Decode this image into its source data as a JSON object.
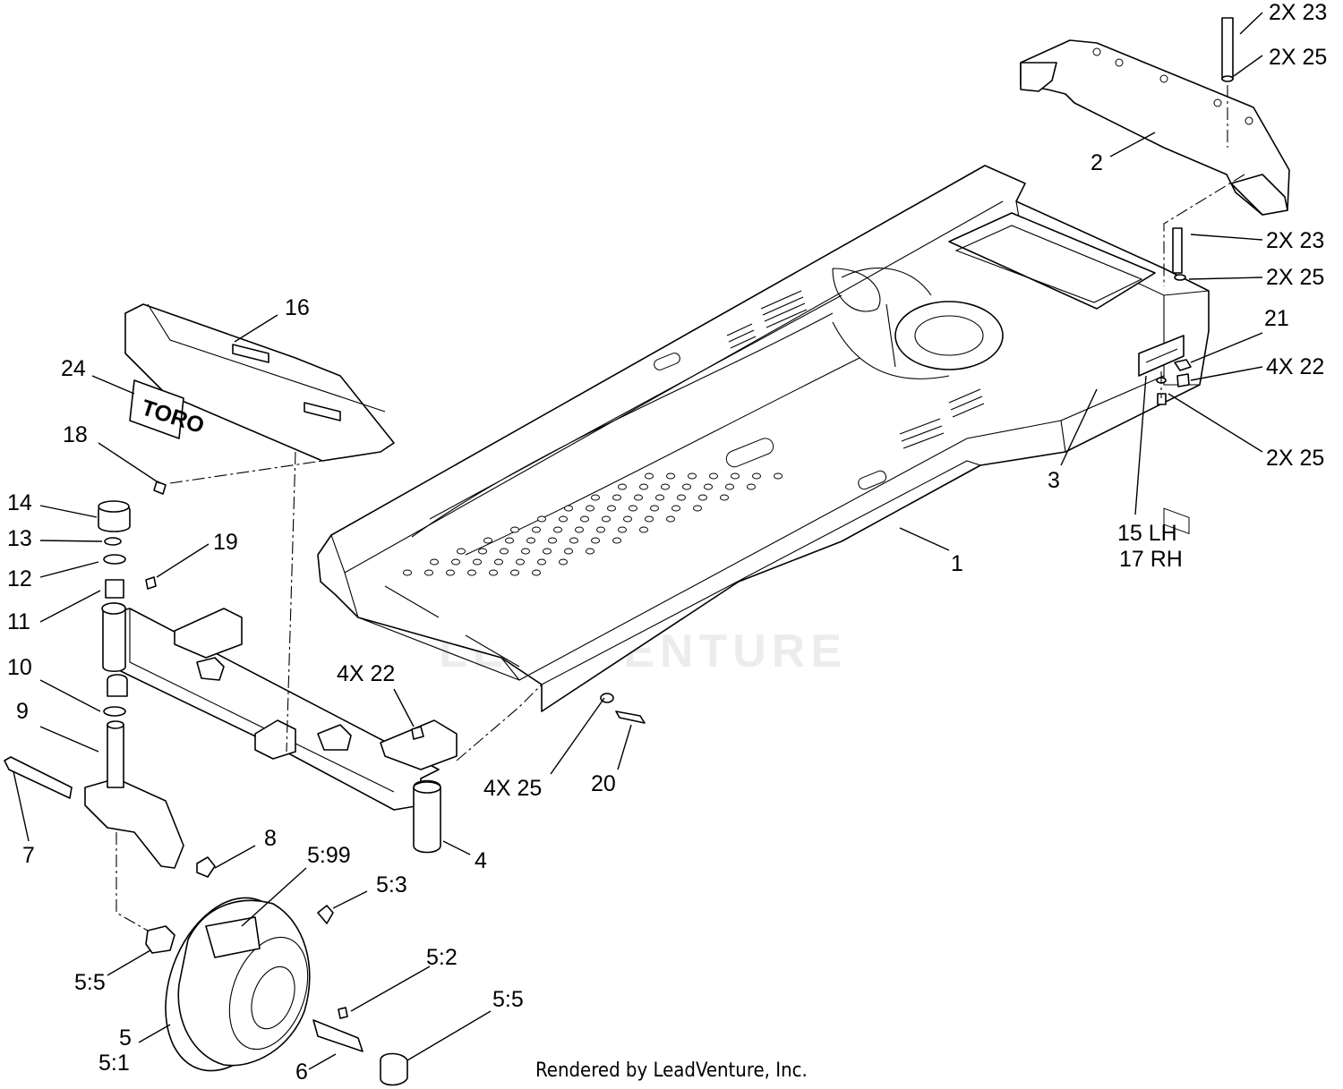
{
  "diagram": {
    "watermark": "LEADVENTURE",
    "footer": "Rendered by LeadVenture, Inc.",
    "logo_text": "TORO",
    "callouts": [
      {
        "id": "c1",
        "text": "2X  23"
      },
      {
        "id": "c2",
        "text": "2X  25"
      },
      {
        "id": "c3",
        "text": "2"
      },
      {
        "id": "c4",
        "text": "2X  23"
      },
      {
        "id": "c5",
        "text": "2X  25"
      },
      {
        "id": "c6",
        "text": "21"
      },
      {
        "id": "c7",
        "text": "4X  22"
      },
      {
        "id": "c8",
        "text": "2X  25"
      },
      {
        "id": "c9",
        "text": "3"
      },
      {
        "id": "c10",
        "text": "15  LH"
      },
      {
        "id": "c11",
        "text": "17  RH"
      },
      {
        "id": "c12",
        "text": "1"
      },
      {
        "id": "c13",
        "text": "16"
      },
      {
        "id": "c14",
        "text": "24"
      },
      {
        "id": "c15",
        "text": "18"
      },
      {
        "id": "c16",
        "text": "14"
      },
      {
        "id": "c17",
        "text": "13"
      },
      {
        "id": "c18",
        "text": "12"
      },
      {
        "id": "c19",
        "text": "11"
      },
      {
        "id": "c20",
        "text": "19"
      },
      {
        "id": "c21",
        "text": "10"
      },
      {
        "id": "c22",
        "text": "9"
      },
      {
        "id": "c23",
        "text": "4X  22"
      },
      {
        "id": "c24",
        "text": "4X  25"
      },
      {
        "id": "c25",
        "text": "20"
      },
      {
        "id": "c26",
        "text": "7"
      },
      {
        "id": "c27",
        "text": "8"
      },
      {
        "id": "c28",
        "text": "4"
      },
      {
        "id": "c29",
        "text": "5:99"
      },
      {
        "id": "c30",
        "text": "5:3"
      },
      {
        "id": "c31",
        "text": "5:5"
      },
      {
        "id": "c32",
        "text": "5:2"
      },
      {
        "id": "c33",
        "text": "5:5"
      },
      {
        "id": "c34",
        "text": "5"
      },
      {
        "id": "c35",
        "text": "5:1"
      },
      {
        "id": "c36",
        "text": "6"
      }
    ]
  }
}
